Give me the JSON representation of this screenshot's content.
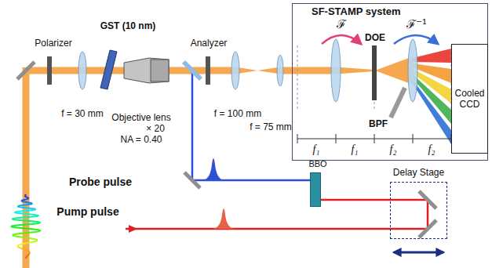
{
  "diagram": {
    "nodes": [
      {
        "text": [
          "SF-STAMP system"
        ]
      },
      {
        "text": [
          "Cooled CCD"
        ],
        "in": 0
      },
      {
        "text": [
          "BBO"
        ]
      },
      {
        "text": [
          "Delay Stage"
        ]
      }
    ],
    "edges": [
      {
        "from": 3,
        "to": 2,
        "arrow": "none"
      }
    ],
    "labels": [
      "Polarizer",
      "GST (10 nm)",
      "f = 30 mm",
      "Objective lens",
      "× 20",
      "NA = 0.40",
      "Analyzer",
      "f = 100 mm",
      "f = 75 mm",
      "ℱ",
      "ℱ⁻¹",
      "DOE",
      "BPF",
      "f₁",
      "f₁",
      "f₂",
      "f₂",
      "Probe pulse",
      "Pump pulse"
    ]
  }
}
